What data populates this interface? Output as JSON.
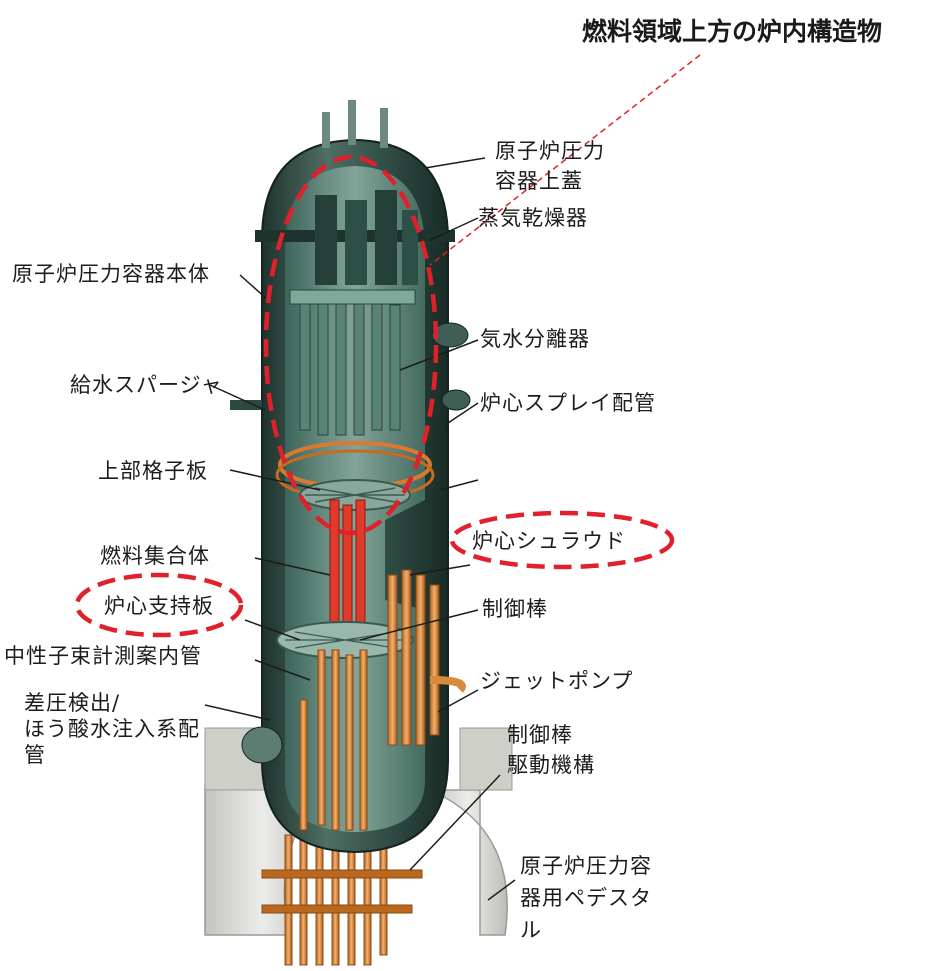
{
  "highlight_title": "燃料領域上方の炉内構造物",
  "labels": {
    "upper_head_1": "原子炉圧力",
    "upper_head_2": "容器上蓋",
    "steam_dryer": "蒸気乾燥器",
    "vessel_body": "原子炉圧力容器本体",
    "steam_separator": "気水分離器",
    "feedwater_sparger": "給水スパージャ",
    "core_spray": "炉心スプレイ配管",
    "top_guide": "上部格子板",
    "core_shroud": "炉心シュラウド",
    "fuel_assembly": "燃料集合体",
    "core_plate": "炉心支持板",
    "control_rod": "制御棒",
    "incore_tube": "中性子束計測案内管",
    "jet_pump": "ジェットポンプ",
    "dp_line_1": "差圧検出/",
    "dp_line_2": "ほう酸水注入系配",
    "dp_line_3": "管",
    "crd_1": "制御棒",
    "crd_2": "駆動機構",
    "pedestal_1": "原子炉圧力容",
    "pedestal_2": "器用ペデスタ",
    "pedestal_3": "ル"
  },
  "colors": {
    "vessel": "#2d4a42",
    "vessel_light": "#5e7d72",
    "rods": "#d98a3a",
    "fuel": "#e03a2a",
    "highlight": "#e0202a",
    "pedestal": "#d8d8d4"
  }
}
